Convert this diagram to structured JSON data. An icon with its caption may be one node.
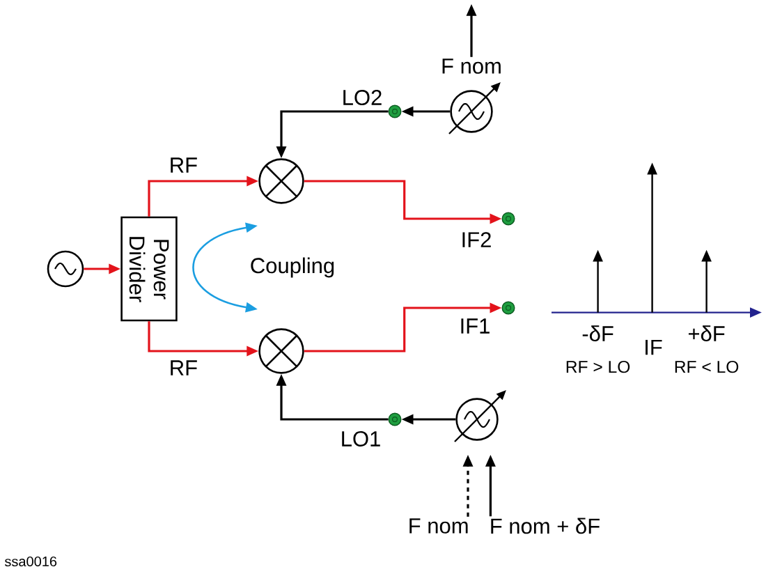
{
  "diagram": {
    "nodes": [
      {
        "text": [],
        "shape": "circle"
      },
      {
        "text": [
          "Power Divider"
        ]
      },
      {
        "text": [],
        "shape": "circle"
      },
      {
        "text": [],
        "shape": "circle"
      },
      {
        "text": [],
        "shape": "circle"
      },
      {
        "text": [],
        "shape": "circle",
        "beside": [
          "LO2"
        ]
      },
      {
        "text": [],
        "shape": "circle",
        "beside": [
          "IF2"
        ]
      },
      {
        "text": [],
        "shape": "circle"
      },
      {
        "text": [],
        "shape": "circle",
        "beside": [
          "LO1"
        ]
      },
      {
        "text": [],
        "shape": "circle",
        "beside": [
          "IF1"
        ]
      },
      {
        "text": [
          "F nom"
        ]
      },
      {
        "text": [
          "F nom"
        ]
      },
      {
        "text": [
          "F nom + δF"
        ]
      }
    ],
    "edges": [
      {
        "from": 0,
        "to": 1,
        "arrow": "to",
        "color": "#e3131b"
      },
      {
        "from": 1,
        "to": 2,
        "arrow": "to",
        "label": "RF",
        "color": "#e3131b"
      },
      {
        "from": 1,
        "to": 3,
        "arrow": "to",
        "label": "RF",
        "color": "#e3131b"
      },
      {
        "from": 2,
        "to": 6,
        "arrow": "to",
        "color": "#e3131b"
      },
      {
        "from": 3,
        "to": 9,
        "arrow": "to",
        "color": "#e3131b"
      },
      {
        "from": 4,
        "to": 5,
        "arrow": "to"
      },
      {
        "from": 5,
        "to": 2,
        "arrow": "to"
      },
      {
        "from": 7,
        "to": 8,
        "arrow": "to"
      },
      {
        "from": 8,
        "to": 3,
        "arrow": "to"
      },
      {
        "from": 10,
        "to": null,
        "arrow": "to"
      },
      {
        "from": 11,
        "to": 7,
        "arrow": "to",
        "style": "dashed"
      },
      {
        "from": 12,
        "to": 7,
        "arrow": "to"
      }
    ],
    "labels": [
      "Coupling",
      "-δF",
      "IF",
      "+δF",
      "RF > LO",
      "RF < LO",
      "ssa0016"
    ]
  }
}
